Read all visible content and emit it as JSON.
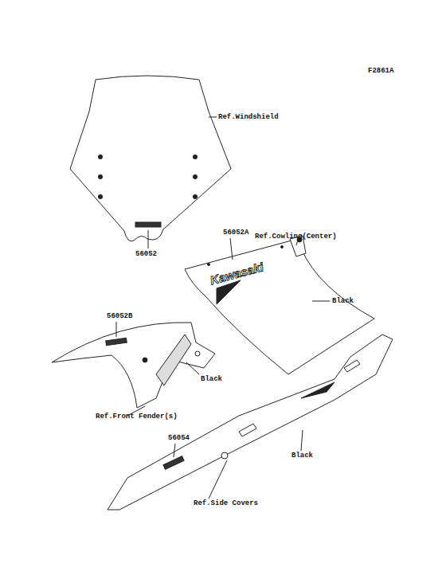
{
  "diagram": {
    "labels": [
      "F2861A",
      "Ref.Windshield",
      "56052",
      "Ref.Cowling(Center)",
      "56052A",
      "Kawasaki",
      "Black",
      "56052B",
      "Black",
      "Ref.Front Fender(s)",
      "56054",
      "Black",
      "Ref.Side Covers"
    ]
  }
}
